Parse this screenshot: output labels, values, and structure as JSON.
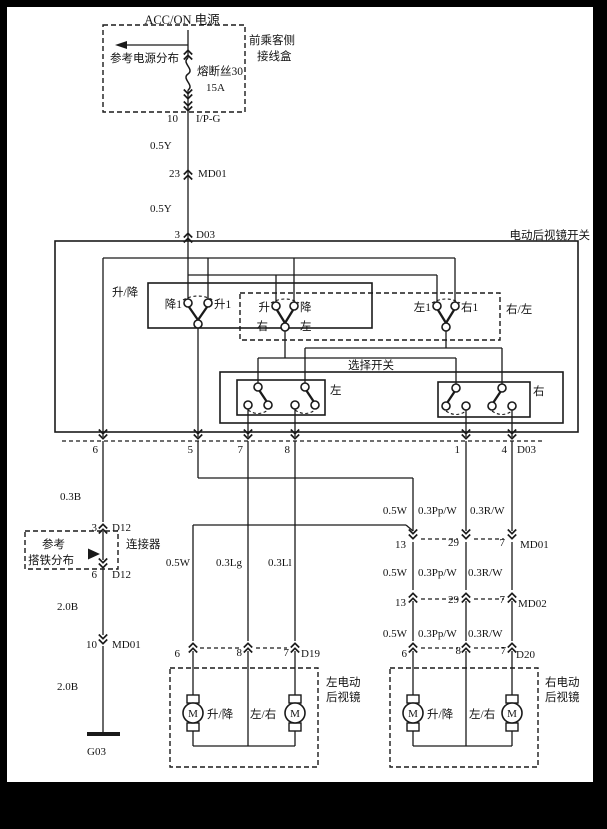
{
  "meta": {
    "frame_color": "#000000",
    "paper_color": "#ffffff",
    "ink_color": "#1a1a1a"
  },
  "top": {
    "acc": "ACC/ON 电源",
    "ref_power": "参考电源分布",
    "jbox1": "前乘客侧",
    "jbox2": "接线盒",
    "fuse": "熔断丝30",
    "fuse_amp": "15A",
    "p10": "10",
    "ipg": "I/P-G",
    "w1": "0.5Y",
    "p23": "23",
    "md01": "MD01",
    "w2": "0.5Y",
    "p3": "3",
    "d03": "D03"
  },
  "sw": {
    "title": "电动后视镜开关",
    "ud": "升/降",
    "down1": "降1",
    "up1": "升1",
    "up": "升",
    "down": "降",
    "right": "右",
    "left": "左",
    "left1": "左1",
    "right1": "右1",
    "rl": "右/左",
    "sel": "选择开关",
    "sel_l": "左",
    "sel_r": "右",
    "p6": "6",
    "p5": "5",
    "p7": "7",
    "p8": "8",
    "p1": "1",
    "p4": "4",
    "conn": "D03"
  },
  "gnd": {
    "w1": "0.3B",
    "p3": "3",
    "d12": "D12",
    "ref1": "参考",
    "ref2": "搭铁分布",
    "conn_label": "连接器",
    "p6": "6",
    "d12b": "D12",
    "w2": "2.0B",
    "p10": "10",
    "md01": "MD01",
    "w3": "2.0B",
    "ground": "G03"
  },
  "lm": {
    "w1": "0.5W",
    "w2": "0.3Lg",
    "w3": "0.3Ll",
    "p6": "6",
    "p8": "8",
    "p7": "7",
    "conn": "D19",
    "name1": "左电动",
    "name2": "后视镜",
    "m1": "M",
    "m2": "M",
    "ud": "升/降",
    "lr": "左/右"
  },
  "rm": {
    "wa1": "0.5W",
    "wa2": "0.3Pp/W",
    "wa3": "0.3R/W",
    "md01": {
      "a": "13",
      "b": "29",
      "c": "7",
      "n": "MD01"
    },
    "wb1": "0.5W",
    "wb2": "0.3Pp/W",
    "wb3": "0.3R/W",
    "md02": {
      "a": "13",
      "b": "29",
      "c": "7",
      "n": "MD02"
    },
    "wc1": "0.5W",
    "wc2": "0.3Pp/W",
    "wc3": "0.3R/W",
    "d20": {
      "a": "6",
      "b": "8",
      "c": "7",
      "n": "D20"
    },
    "name1": "右电动",
    "name2": "后视镜",
    "m1": "M",
    "m2": "M",
    "ud": "升/降",
    "lr": "左/右"
  }
}
